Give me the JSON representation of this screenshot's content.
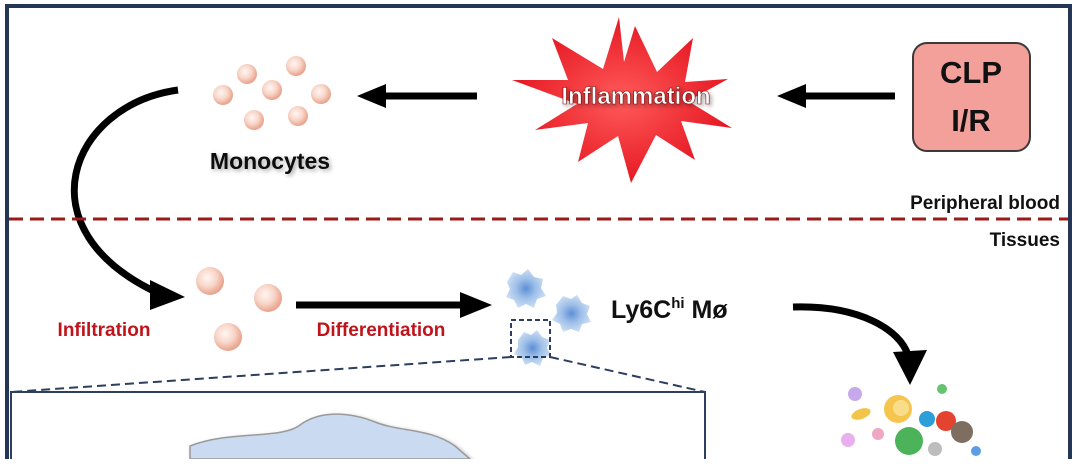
{
  "labels": {
    "stimulus_line1": "CLP",
    "stimulus_line2": "I/R",
    "inflammation": "Inflammation",
    "monocytes": "Monocytes",
    "peripheral_blood": "Peripheral blood",
    "tissues": "Tissues",
    "infiltration": "Infiltration",
    "differentiation": "Differentiation",
    "macrophage_base": "Ly6C",
    "macrophage_sup": "hi",
    "macrophage_suffix": " Mø"
  },
  "colors": {
    "frame": "#243656",
    "stimulus_fill": "#f4a09a",
    "stimulus_stroke": "#3a3a3a",
    "burst": "#f0202a",
    "divider": "#9c1a1a",
    "red_text": "#c0141c",
    "zoom_dashed": "#2d3e5e",
    "cell_outer": "#f3c3b3",
    "cell_inner": "#fbe7df",
    "macro_fill": "#a9c6ea",
    "macro_nucleus": "#5f8fd4",
    "magnified_fill": "#c9daf1"
  }
}
